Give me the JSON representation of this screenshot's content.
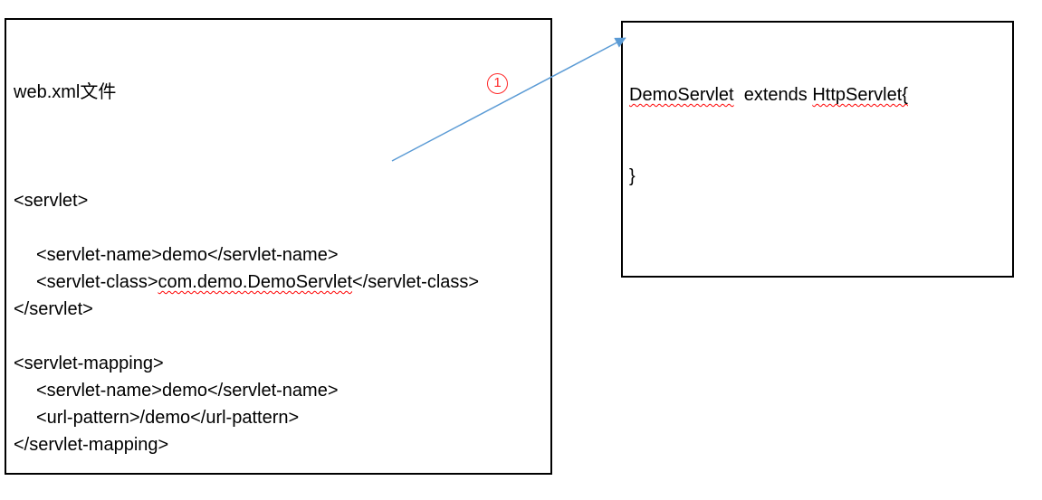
{
  "colors": {
    "border": "#000000",
    "text": "#000000",
    "arrow_blue": "#5B9BD5",
    "annotation_red": "#FF2A2A",
    "spellcheck_red": "#FF0000",
    "page_bg": "#FFFFFF"
  },
  "webxml_box": {
    "title": "web.xml文件",
    "lines": [
      {
        "blank": true
      },
      {
        "indent": false,
        "segments": [
          {
            "text": "<servlet>",
            "wavy": false
          }
        ]
      },
      {
        "blank": true
      },
      {
        "indent": true,
        "segments": [
          {
            "text": "<servlet-name>demo</servlet-name>",
            "wavy": false
          }
        ]
      },
      {
        "indent": true,
        "segments": [
          {
            "text": "<servlet-class>",
            "wavy": false
          },
          {
            "text": "com.demo.DemoServlet",
            "wavy": true
          },
          {
            "text": "</servlet-class>",
            "wavy": false
          }
        ]
      },
      {
        "indent": false,
        "segments": [
          {
            "text": "</servlet>",
            "wavy": false
          }
        ]
      },
      {
        "blank": true
      },
      {
        "indent": false,
        "segments": [
          {
            "text": "<servlet-mapping>",
            "wavy": false
          }
        ]
      },
      {
        "indent": true,
        "segments": [
          {
            "text": "<servlet-name>demo</servlet-name>",
            "wavy": false
          }
        ]
      },
      {
        "indent": true,
        "segments": [
          {
            "text": "<url-pattern>/demo</url-pattern>",
            "wavy": false
          }
        ]
      },
      {
        "indent": false,
        "segments": [
          {
            "text": "</servlet-mapping>",
            "wavy": false
          }
        ]
      }
    ]
  },
  "class_box": {
    "lines": [
      {
        "indent": false,
        "segments": [
          {
            "text": "DemoServlet",
            "wavy": true
          },
          {
            "text": "  extends ",
            "wavy": false
          },
          {
            "text": "HttpServlet{",
            "wavy": true
          }
        ]
      },
      {
        "blank": true
      },
      {
        "blank": true
      },
      {
        "indent": false,
        "segments": [
          {
            "text": "}",
            "wavy": false
          }
        ]
      }
    ]
  },
  "annotation": {
    "label": "1"
  }
}
